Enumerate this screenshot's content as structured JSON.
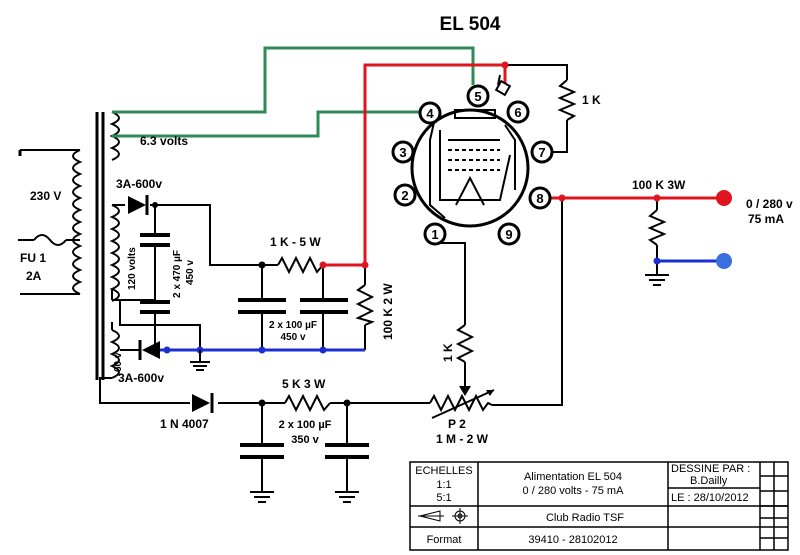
{
  "title": "EL 504",
  "labels": {
    "heater_volts": "6.3 volts",
    "mains": "230 V",
    "fuse_name": "FU 1",
    "fuse_rating": "2A",
    "diode_top": "3A-600v",
    "diode_bottom": "3A-600v",
    "sec_volts": "120 volts",
    "cap_470": "2 x 470 µF",
    "cap_470_v": "450 v",
    "res_1k5w": "1 K - 5 W",
    "cap_100_450": "2 x 100 µF",
    "cap_100_450_v": "450 v",
    "res_100k2w": "100 K  2 W",
    "res_1k_grid": "1 K",
    "res_1k_anode": "1 K",
    "res_100k3w": "100 K 3W",
    "output_v": "0 / 280 v",
    "output_ma": "75 mA",
    "sec_60v": "60 v",
    "diode_1n": "1 N 4007",
    "res_5k3w": "5 K  3 W",
    "cap_100_350": "2 x 100 µF",
    "cap_100_350_v": "350 v",
    "pot_name": "P 2",
    "pot_value": "1 M - 2 W",
    "pins": [
      "1",
      "2",
      "3",
      "4",
      "5",
      "6",
      "7",
      "8",
      "9"
    ]
  },
  "title_block": {
    "echelles": "ECHELLES",
    "scale1": "1:1",
    "scale2": "5:1",
    "desc1": "Alimentation  EL 504",
    "desc2": "0 / 280 volts - 75 mA",
    "dessine": "DESSINE PAR :",
    "author": "B.Dailly",
    "date": "LE : 28/10/2012",
    "club": "Club  Radio  TSF",
    "format": "Format",
    "ref": "39410 - 28102012"
  },
  "colors": {
    "green": "#2e8b57",
    "red": "#e0141e",
    "blue": "#1a2fd0",
    "terminal_blue": "#3a6fe0"
  }
}
